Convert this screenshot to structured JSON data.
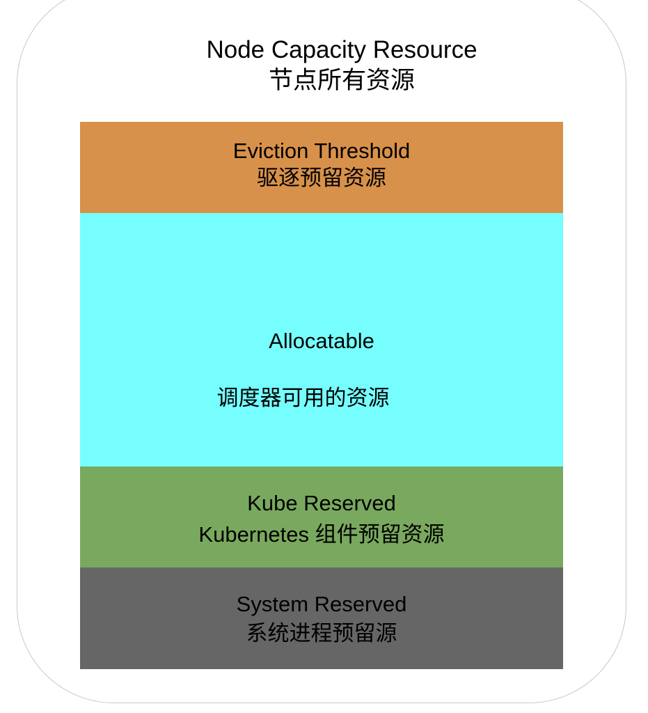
{
  "colors": {
    "eviction": "#d8914a",
    "allocatable": "#76fefe",
    "kube_reserved": "#79a95e",
    "system_reserved": "#666666",
    "frame_border": "#c8c8c8"
  },
  "title": {
    "en": "Node Capacity Resource",
    "zh": "节点所有资源"
  },
  "layers": {
    "eviction": {
      "en": "Eviction Threshold",
      "zh": "驱逐预留资源"
    },
    "allocatable": {
      "en": "Allocatable",
      "zh": "调度器可用的资源"
    },
    "kube_reserved": {
      "en": "Kube Reserved",
      "zh": "Kubernetes 组件预留资源"
    },
    "system_reserved": {
      "en": "System Reserved",
      "zh": "系统进程预留源"
    }
  }
}
